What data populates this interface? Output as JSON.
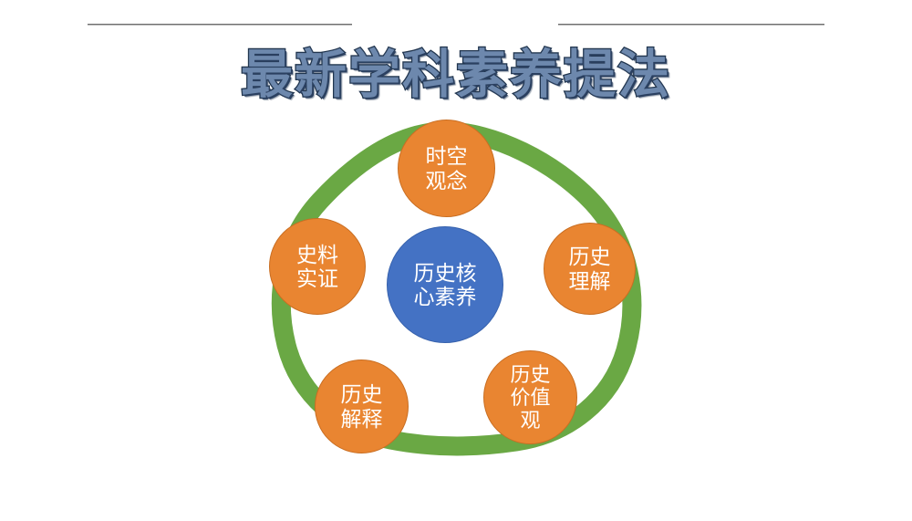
{
  "slide": {
    "background_color": "#ffffff",
    "title": "最新学科素养提法",
    "title_color": "#2b4060"
  },
  "decorations": {
    "rule_left": "",
    "rule_right": "",
    "rule_color": "#6f6f6f"
  },
  "diagram": {
    "type": "hub-and-spoke-cycle",
    "ring_color": "#6aa844",
    "center_color": "#4472c4",
    "node_color": "#e98531",
    "center": {
      "label": "历史核\n心素养",
      "text": "历史核心素养"
    },
    "nodes": [
      {
        "id": "top",
        "label": "时空\n观念",
        "text": "时空观念",
        "position": "top"
      },
      {
        "id": "right",
        "label": "历史\n理解",
        "text": "历史理解",
        "position": "right"
      },
      {
        "id": "bottom-right",
        "label": "历史\n价值\n观",
        "text": "历史价值观",
        "position": "bottom-right"
      },
      {
        "id": "bottom-left",
        "label": "历史\n解释",
        "text": "历史解释",
        "position": "bottom-left"
      },
      {
        "id": "left",
        "label": "史料\n实证",
        "text": "史料实证",
        "position": "left"
      }
    ]
  }
}
